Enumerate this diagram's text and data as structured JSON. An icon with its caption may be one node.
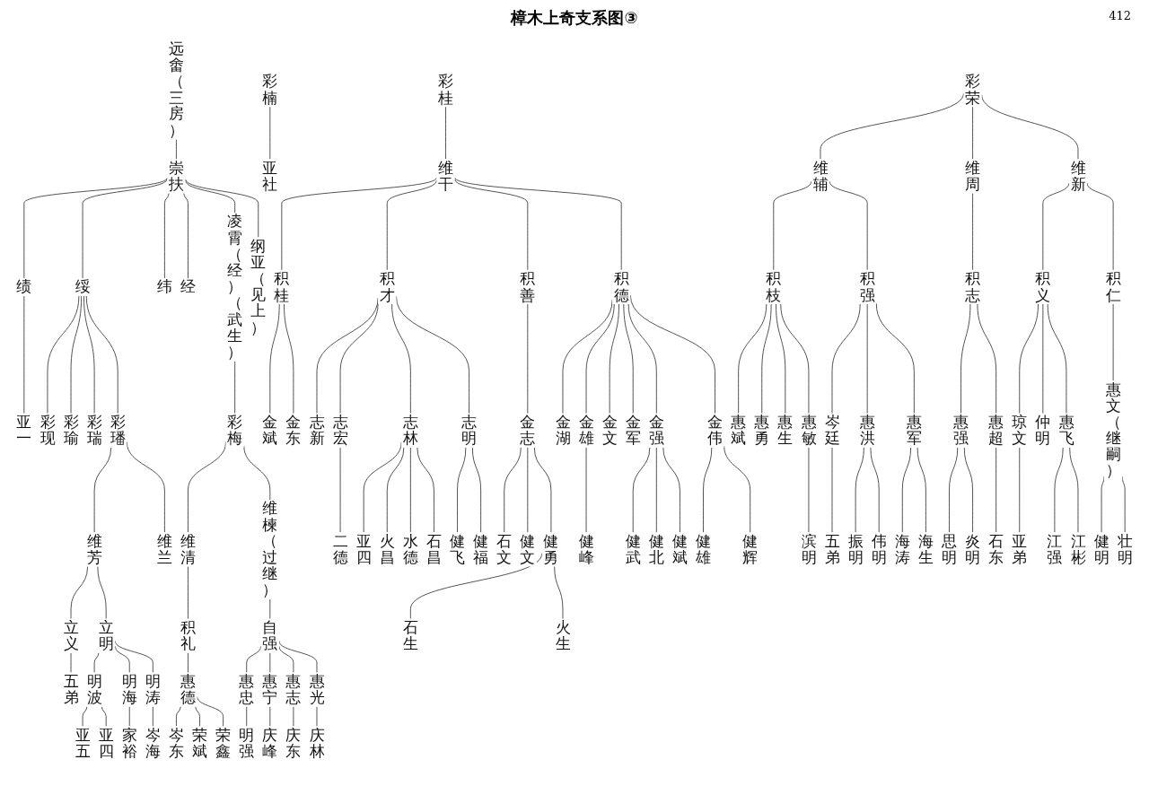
{
  "diagram": {
    "title": "樟木上奇支系图③",
    "nodes": [
      {
        "text": [
          "远畬",
          "（三房）"
        ]
      },
      {
        "text": [
          "崇扶"
        ]
      },
      {
        "text": [
          "绩"
        ]
      },
      {
        "text": [
          "绥"
        ]
      },
      {
        "text": [
          "纬"
        ]
      },
      {
        "text": [
          "经"
        ]
      },
      {
        "text": [
          "凌霄",
          "（经）",
          "（武生）"
        ]
      },
      {
        "text": [
          "纲亚",
          "（见上）"
        ]
      },
      {
        "text": [
          "亚一"
        ]
      },
      {
        "text": [
          "彩现"
        ]
      },
      {
        "text": [
          "彩瑜"
        ]
      },
      {
        "text": [
          "彩瑞"
        ]
      },
      {
        "text": [
          "彩璠"
        ]
      },
      {
        "text": [
          "彩楠"
        ]
      },
      {
        "text": [
          "彩梅"
        ]
      },
      {
        "text": [
          "彩桂"
        ]
      },
      {
        "text": [
          "彩荣"
        ]
      },
      {
        "text": [
          "维芳"
        ]
      },
      {
        "text": [
          "维兰"
        ]
      },
      {
        "text": [
          "亚社"
        ]
      },
      {
        "text": [
          "维清"
        ]
      },
      {
        "text": [
          "维楝",
          "（过继）"
        ]
      },
      {
        "text": [
          "维干"
        ]
      },
      {
        "text": [
          "维辅"
        ]
      },
      {
        "text": [
          "维周"
        ]
      },
      {
        "text": [
          "维新"
        ]
      },
      {
        "text": [
          "立义"
        ]
      },
      {
        "text": [
          "立明"
        ]
      },
      {
        "text": [
          "积礼"
        ]
      },
      {
        "text": [
          "自强"
        ]
      },
      {
        "text": [
          "积桂"
        ]
      },
      {
        "text": [
          "积才"
        ]
      },
      {
        "text": [
          "积善"
        ]
      },
      {
        "text": [
          "积德"
        ]
      },
      {
        "text": [
          "积枝"
        ]
      },
      {
        "text": [
          "积强"
        ]
      },
      {
        "text": [
          "积志"
        ]
      },
      {
        "text": [
          "积义"
        ]
      },
      {
        "text": [
          "积仁"
        ]
      },
      {
        "text": [
          "五弟"
        ]
      },
      {
        "text": [
          "明波"
        ]
      },
      {
        "text": [
          "明海"
        ]
      },
      {
        "text": [
          "明涛"
        ]
      },
      {
        "text": [
          "惠德"
        ]
      },
      {
        "text": [
          "惠忠"
        ]
      },
      {
        "text": [
          "惠宁"
        ]
      },
      {
        "text": [
          "惠志"
        ]
      },
      {
        "text": [
          "惠光"
        ]
      },
      {
        "text": [
          "金斌"
        ]
      },
      {
        "text": [
          "金东"
        ]
      },
      {
        "text": [
          "志新"
        ]
      },
      {
        "text": [
          "志宏"
        ]
      },
      {
        "text": [
          "志林"
        ]
      },
      {
        "text": [
          "志明"
        ]
      },
      {
        "text": [
          "金志"
        ]
      },
      {
        "text": [
          "金湖"
        ]
      },
      {
        "text": [
          "金雄"
        ]
      },
      {
        "text": [
          "金文"
        ]
      },
      {
        "text": [
          "金军"
        ]
      },
      {
        "text": [
          "金强"
        ]
      },
      {
        "text": [
          "金伟"
        ]
      },
      {
        "text": [
          "惠斌"
        ]
      },
      {
        "text": [
          "惠勇"
        ]
      },
      {
        "text": [
          "惠生"
        ]
      },
      {
        "text": [
          "惠敏"
        ]
      },
      {
        "text": [
          "岑廷"
        ]
      },
      {
        "text": [
          "惠洪"
        ]
      },
      {
        "text": [
          "惠军"
        ]
      },
      {
        "text": [
          "惠强"
        ]
      },
      {
        "text": [
          "惠超"
        ]
      },
      {
        "text": [
          "琼文"
        ]
      },
      {
        "text": [
          "仲明"
        ]
      },
      {
        "text": [
          "惠飞"
        ]
      },
      {
        "text": [
          "惠文",
          "（继嗣）"
        ]
      },
      {
        "text": [
          "亚五"
        ]
      },
      {
        "text": [
          "亚四"
        ]
      },
      {
        "text": [
          "家裕"
        ]
      },
      {
        "text": [
          "岑海"
        ]
      },
      {
        "text": [
          "岑东"
        ]
      },
      {
        "text": [
          "荣斌"
        ]
      },
      {
        "text": [
          "荣鑫"
        ]
      },
      {
        "text": [
          "明强"
        ]
      },
      {
        "text": [
          "庆峰"
        ]
      },
      {
        "text": [
          "庆东"
        ]
      },
      {
        "text": [
          "庆林"
        ]
      },
      {
        "text": [
          "二德"
        ]
      },
      {
        "text": [
          "亚四"
        ]
      },
      {
        "text": [
          "火昌"
        ]
      },
      {
        "text": [
          "水德"
        ]
      },
      {
        "text": [
          "石昌"
        ]
      },
      {
        "text": [
          "健飞"
        ]
      },
      {
        "text": [
          "健福"
        ]
      },
      {
        "text": [
          "石文"
        ]
      },
      {
        "text": [
          "健文"
        ]
      },
      {
        "text": [
          "健勇"
        ]
      },
      {
        "text": [
          "健峰"
        ]
      },
      {
        "text": [
          "健武"
        ]
      },
      {
        "text": [
          "健北"
        ]
      },
      {
        "text": [
          "健斌"
        ]
      },
      {
        "text": [
          "健雄"
        ]
      },
      {
        "text": [
          "健辉"
        ]
      },
      {
        "text": [
          "滨明"
        ]
      },
      {
        "text": [
          "五弟"
        ]
      },
      {
        "text": [
          "振明"
        ]
      },
      {
        "text": [
          "伟明"
        ]
      },
      {
        "text": [
          "海涛"
        ]
      },
      {
        "text": [
          "海生"
        ]
      },
      {
        "text": [
          "思明"
        ]
      },
      {
        "text": [
          "炎明"
        ]
      },
      {
        "text": [
          "石东"
        ]
      },
      {
        "text": [
          "亚弟"
        ]
      },
      {
        "text": [
          "江强"
        ]
      },
      {
        "text": [
          "江彬"
        ]
      },
      {
        "text": [
          "健明"
        ]
      },
      {
        "text": [
          "壮明"
        ]
      },
      {
        "text": [
          "石生"
        ]
      },
      {
        "text": [
          "火生"
        ]
      }
    ],
    "edges": [
      {
        "from": 0,
        "to": 1,
        "arrow": "none"
      },
      {
        "from": 1,
        "to": 2,
        "arrow": "none"
      },
      {
        "from": 1,
        "to": 3,
        "arrow": "none"
      },
      {
        "from": 1,
        "to": 4,
        "arrow": "none"
      },
      {
        "from": 1,
        "to": 5,
        "arrow": "none"
      },
      {
        "from": 1,
        "to": 6,
        "arrow": "none"
      },
      {
        "from": 1,
        "to": 7,
        "arrow": "none"
      },
      {
        "from": 2,
        "to": 8,
        "arrow": "none"
      },
      {
        "from": 3,
        "to": 9,
        "arrow": "none"
      },
      {
        "from": 3,
        "to": 10,
        "arrow": "none"
      },
      {
        "from": 3,
        "to": 11,
        "arrow": "none"
      },
      {
        "from": 3,
        "to": 12,
        "arrow": "none"
      },
      {
        "from": 12,
        "to": 17,
        "arrow": "none"
      },
      {
        "from": 12,
        "to": 18,
        "arrow": "none"
      },
      {
        "from": 13,
        "to": 19,
        "arrow": "none"
      },
      {
        "from": 6,
        "to": 14,
        "arrow": "none"
      },
      {
        "from": 14,
        "to": 20,
        "arrow": "none"
      },
      {
        "from": 14,
        "to": 21,
        "arrow": "none"
      },
      {
        "from": 15,
        "to": 22,
        "arrow": "none"
      },
      {
        "from": 16,
        "to": 23,
        "arrow": "none"
      },
      {
        "from": 16,
        "to": 24,
        "arrow": "none"
      },
      {
        "from": 16,
        "to": 25,
        "arrow": "none"
      },
      {
        "from": 17,
        "to": 26,
        "arrow": "none"
      },
      {
        "from": 17,
        "to": 27,
        "arrow": "none"
      },
      {
        "from": 20,
        "to": 28,
        "arrow": "none"
      },
      {
        "from": 21,
        "to": 29,
        "arrow": "none"
      },
      {
        "from": 22,
        "to": 30,
        "arrow": "none"
      },
      {
        "from": 22,
        "to": 31,
        "arrow": "none"
      },
      {
        "from": 22,
        "to": 32,
        "arrow": "none"
      },
      {
        "from": 22,
        "to": 33,
        "arrow": "none"
      },
      {
        "from": 23,
        "to": 34,
        "arrow": "none"
      },
      {
        "from": 23,
        "to": 35,
        "arrow": "none"
      },
      {
        "from": 24,
        "to": 36,
        "arrow": "none"
      },
      {
        "from": 25,
        "to": 37,
        "arrow": "none"
      },
      {
        "from": 25,
        "to": 38,
        "arrow": "none"
      },
      {
        "from": 26,
        "to": 39,
        "arrow": "none"
      },
      {
        "from": 27,
        "to": 40,
        "arrow": "none"
      },
      {
        "from": 27,
        "to": 41,
        "arrow": "none"
      },
      {
        "from": 27,
        "to": 42,
        "arrow": "none"
      },
      {
        "from": 28,
        "to": 43,
        "arrow": "none"
      },
      {
        "from": 29,
        "to": 44,
        "arrow": "none"
      },
      {
        "from": 29,
        "to": 45,
        "arrow": "none"
      },
      {
        "from": 29,
        "to": 46,
        "arrow": "none"
      },
      {
        "from": 29,
        "to": 47,
        "arrow": "none"
      },
      {
        "from": 30,
        "to": 48,
        "arrow": "none"
      },
      {
        "from": 30,
        "to": 49,
        "arrow": "none"
      },
      {
        "from": 31,
        "to": 50,
        "arrow": "none"
      },
      {
        "from": 31,
        "to": 51,
        "arrow": "none"
      },
      {
        "from": 31,
        "to": 52,
        "arrow": "none"
      },
      {
        "from": 31,
        "to": 53,
        "arrow": "none"
      },
      {
        "from": 32,
        "to": 54,
        "arrow": "none"
      },
      {
        "from": 33,
        "to": 55,
        "arrow": "none"
      },
      {
        "from": 33,
        "to": 56,
        "arrow": "none"
      },
      {
        "from": 33,
        "to": 57,
        "arrow": "none"
      },
      {
        "from": 33,
        "to": 58,
        "arrow": "none"
      },
      {
        "from": 33,
        "to": 59,
        "arrow": "none"
      },
      {
        "from": 33,
        "to": 60,
        "arrow": "none"
      },
      {
        "from": 34,
        "to": 61,
        "arrow": "none"
      },
      {
        "from": 34,
        "to": 62,
        "arrow": "none"
      },
      {
        "from": 34,
        "to": 63,
        "arrow": "none"
      },
      {
        "from": 34,
        "to": 64,
        "arrow": "none"
      },
      {
        "from": 35,
        "to": 65,
        "arrow": "none"
      },
      {
        "from": 35,
        "to": 66,
        "arrow": "none"
      },
      {
        "from": 35,
        "to": 67,
        "arrow": "none"
      },
      {
        "from": 36,
        "to": 68,
        "arrow": "none"
      },
      {
        "from": 36,
        "to": 69,
        "arrow": "none"
      },
      {
        "from": 37,
        "to": 70,
        "arrow": "none"
      },
      {
        "from": 37,
        "to": 71,
        "arrow": "none"
      },
      {
        "from": 37,
        "to": 72,
        "arrow": "none"
      },
      {
        "from": 38,
        "to": 73,
        "arrow": "none"
      },
      {
        "from": 40,
        "to": 74,
        "arrow": "none"
      },
      {
        "from": 40,
        "to": 75,
        "arrow": "none"
      },
      {
        "from": 41,
        "to": 76,
        "arrow": "none"
      },
      {
        "from": 42,
        "to": 77,
        "arrow": "none"
      },
      {
        "from": 43,
        "to": 78,
        "arrow": "none"
      },
      {
        "from": 43,
        "to": 79,
        "arrow": "none"
      },
      {
        "from": 43,
        "to": 80,
        "arrow": "none"
      },
      {
        "from": 44,
        "to": 81,
        "arrow": "none"
      },
      {
        "from": 45,
        "to": 82,
        "arrow": "none"
      },
      {
        "from": 46,
        "to": 83,
        "arrow": "none"
      },
      {
        "from": 47,
        "to": 84,
        "arrow": "none"
      },
      {
        "from": 51,
        "to": 85,
        "arrow": "none"
      },
      {
        "from": 52,
        "to": 86,
        "arrow": "none"
      },
      {
        "from": 52,
        "to": 87,
        "arrow": "none"
      },
      {
        "from": 52,
        "to": 88,
        "arrow": "none"
      },
      {
        "from": 52,
        "to": 89,
        "arrow": "none"
      },
      {
        "from": 53,
        "to": 90,
        "arrow": "none"
      },
      {
        "from": 53,
        "to": 91,
        "arrow": "none"
      },
      {
        "from": 54,
        "to": 92,
        "arrow": "none"
      },
      {
        "from": 54,
        "to": 93,
        "arrow": "none"
      },
      {
        "from": 54,
        "to": 94,
        "arrow": "none"
      },
      {
        "from": 56,
        "to": 95,
        "arrow": "none"
      },
      {
        "from": 59,
        "to": 96,
        "arrow": "none"
      },
      {
        "from": 59,
        "to": 97,
        "arrow": "none"
      },
      {
        "from": 59,
        "to": 98,
        "arrow": "none"
      },
      {
        "from": 60,
        "to": 99,
        "arrow": "none"
      },
      {
        "from": 60,
        "to": 100,
        "arrow": "none"
      },
      {
        "from": 64,
        "to": 101,
        "arrow": "none"
      },
      {
        "from": 65,
        "to": 102,
        "arrow": "none"
      },
      {
        "from": 66,
        "to": 103,
        "arrow": "none"
      },
      {
        "from": 66,
        "to": 104,
        "arrow": "none"
      },
      {
        "from": 67,
        "to": 105,
        "arrow": "none"
      },
      {
        "from": 67,
        "to": 106,
        "arrow": "none"
      },
      {
        "from": 68,
        "to": 107,
        "arrow": "none"
      },
      {
        "from": 68,
        "to": 108,
        "arrow": "none"
      },
      {
        "from": 69,
        "to": 109,
        "arrow": "none"
      },
      {
        "from": 70,
        "to": 110,
        "arrow": "none"
      },
      {
        "from": 72,
        "to": 111,
        "arrow": "none"
      },
      {
        "from": 72,
        "to": 112,
        "arrow": "none"
      },
      {
        "from": 73,
        "to": 113,
        "arrow": "none"
      },
      {
        "from": 73,
        "to": 114,
        "arrow": "none"
      },
      {
        "from": 94,
        "to": 115,
        "arrow": "none"
      },
      {
        "from": 94,
        "to": 116,
        "arrow": "none"
      }
    ],
    "labels": [
      "412"
    ]
  }
}
